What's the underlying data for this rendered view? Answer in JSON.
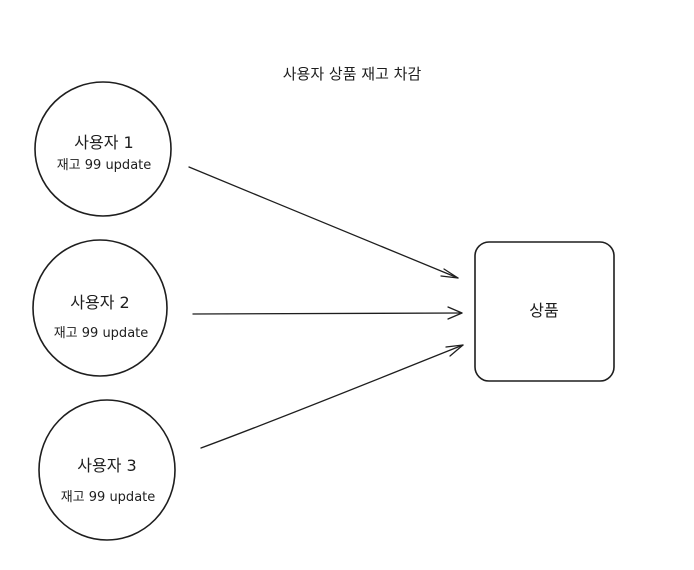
{
  "diagram": {
    "title": "사용자 상품 재고 차감",
    "users": [
      {
        "name": "사용자 1",
        "action": "재고 99 update"
      },
      {
        "name": "사용자 2",
        "action": "재고 99 update"
      },
      {
        "name": "사용자 3",
        "action": "재고 99 update"
      }
    ],
    "product": {
      "label": "상품"
    },
    "colors": {
      "stroke": "#1e1e1e",
      "background": "#ffffff"
    }
  }
}
